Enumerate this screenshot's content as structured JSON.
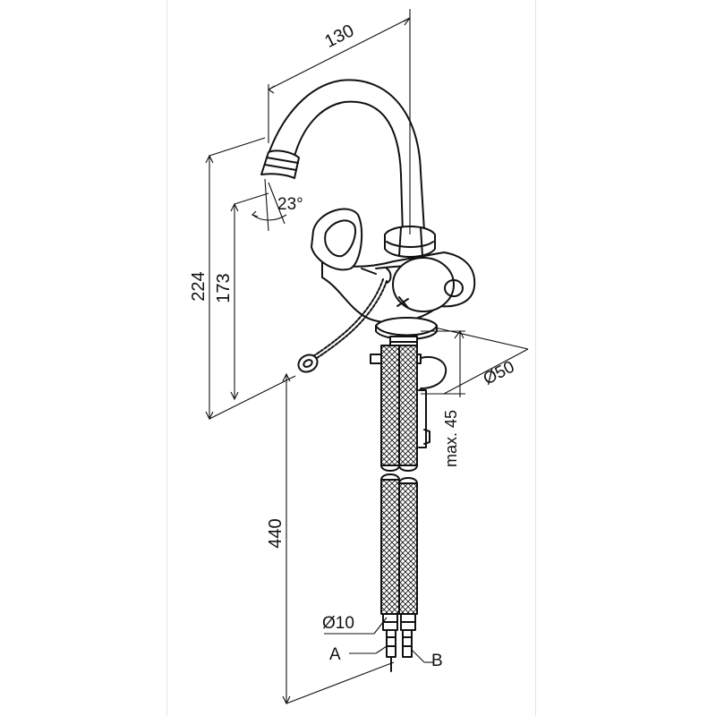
{
  "dimensions": {
    "spout_reach": "130",
    "total_height": "224",
    "aerator_height": "173",
    "swivel_angle": "23°",
    "base_diameter": "Ø50",
    "counter_thickness": "max. 45",
    "hose_length": "440",
    "hose_diameter": "Ø10"
  },
  "connections": {
    "a": "A",
    "b": "B"
  },
  "colors": {
    "line": "#111111",
    "background": "#ffffff",
    "frame": "#e4e4e4"
  }
}
